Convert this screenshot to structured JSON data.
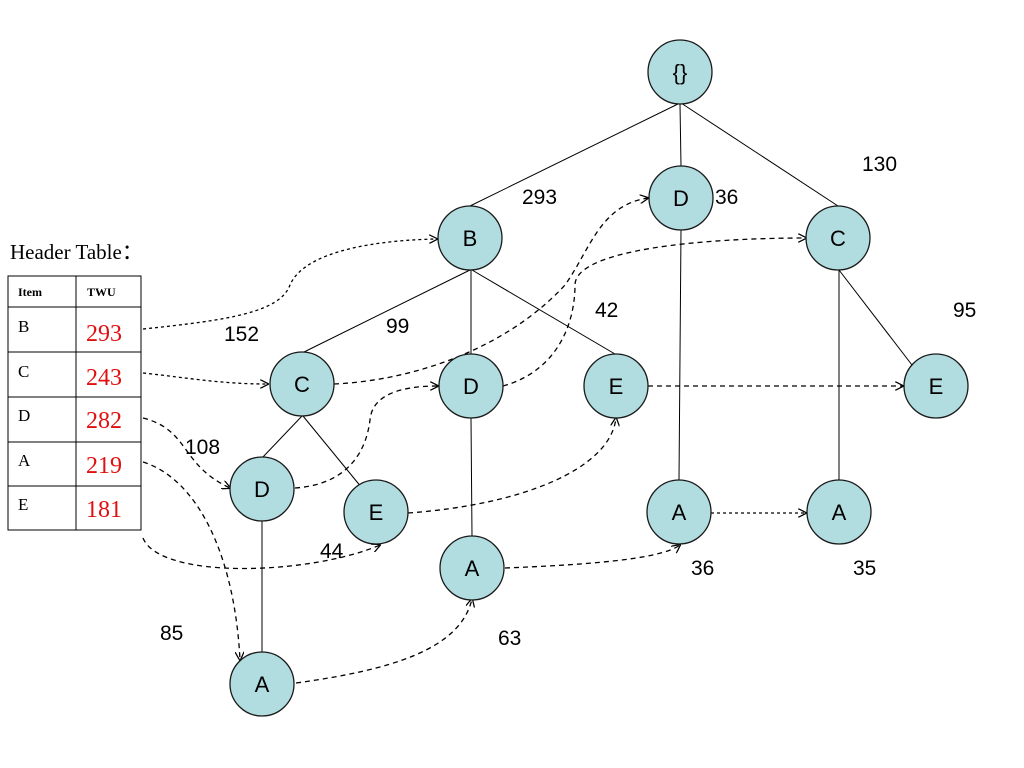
{
  "header_table": {
    "title": "Header Table：",
    "columns": [
      "Item",
      "TWU"
    ],
    "rows": [
      {
        "item": "B",
        "twu": "293"
      },
      {
        "item": "C",
        "twu": "243"
      },
      {
        "item": "D",
        "twu": "282"
      },
      {
        "item": "A",
        "twu": "219"
      },
      {
        "item": "E",
        "twu": "181"
      }
    ],
    "twu_color": "#e01010"
  },
  "tree": {
    "node_fill": "#b2dde0",
    "nodes": {
      "root": "{}",
      "b": "B",
      "d_top": "D",
      "c_top": "C",
      "bc": "C",
      "bd": "D",
      "be": "E",
      "ce": "E",
      "bcd": "D",
      "bce": "E",
      "bda": "A",
      "da": "A",
      "ca": "A",
      "bcda": "A"
    },
    "weights": {
      "b": "293",
      "d_top": "36",
      "c_top": "130",
      "bc": "152",
      "bd": "99",
      "be": "42",
      "ce": "95",
      "bcd": "108",
      "bce": "44",
      "bcda": "85",
      "bda": "63",
      "da": "36",
      "ca": "35"
    }
  }
}
